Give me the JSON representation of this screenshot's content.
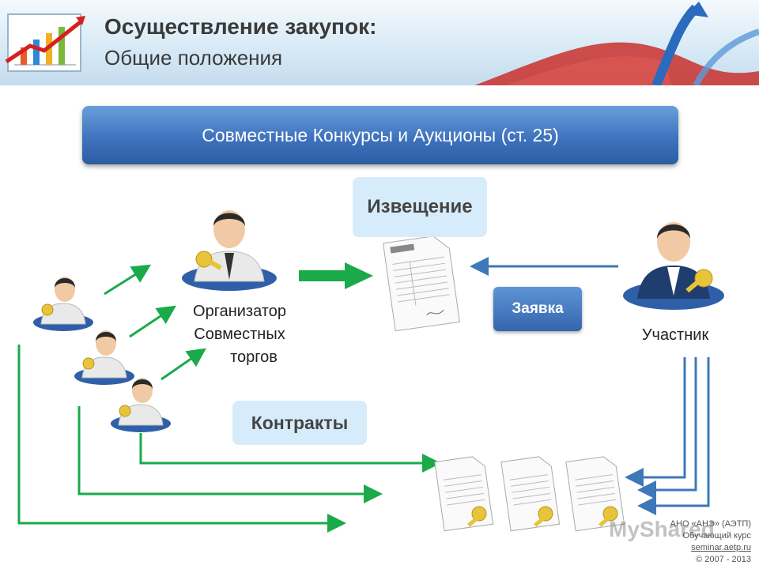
{
  "header": {
    "title": "Осуществление закупок:",
    "subtitle": "Общие положения",
    "logo_icon": "chart-growth-icon"
  },
  "banner": {
    "text": "Совместные Конкурсы и Аукционы (ст. 25)"
  },
  "labels": {
    "notice": "Извещение",
    "application": "Заявка",
    "contracts": "Контракты",
    "organizer_line1": "Организатор",
    "organizer_line2": "Совместных",
    "organizer_line3": "торгов",
    "participant": "Участник"
  },
  "footer": {
    "line1": "АНО «АНЭ» (АЭТП)",
    "line2": "Обучающий курс",
    "line3": "seminar.aetp.ru",
    "line4": "© 2007 - 2013"
  },
  "watermark": "MyShared",
  "colors": {
    "green": "#1aaa4a",
    "blue": "#3d78b8",
    "banner": "#3f73bd",
    "label_bg": "#d6ecfb"
  }
}
